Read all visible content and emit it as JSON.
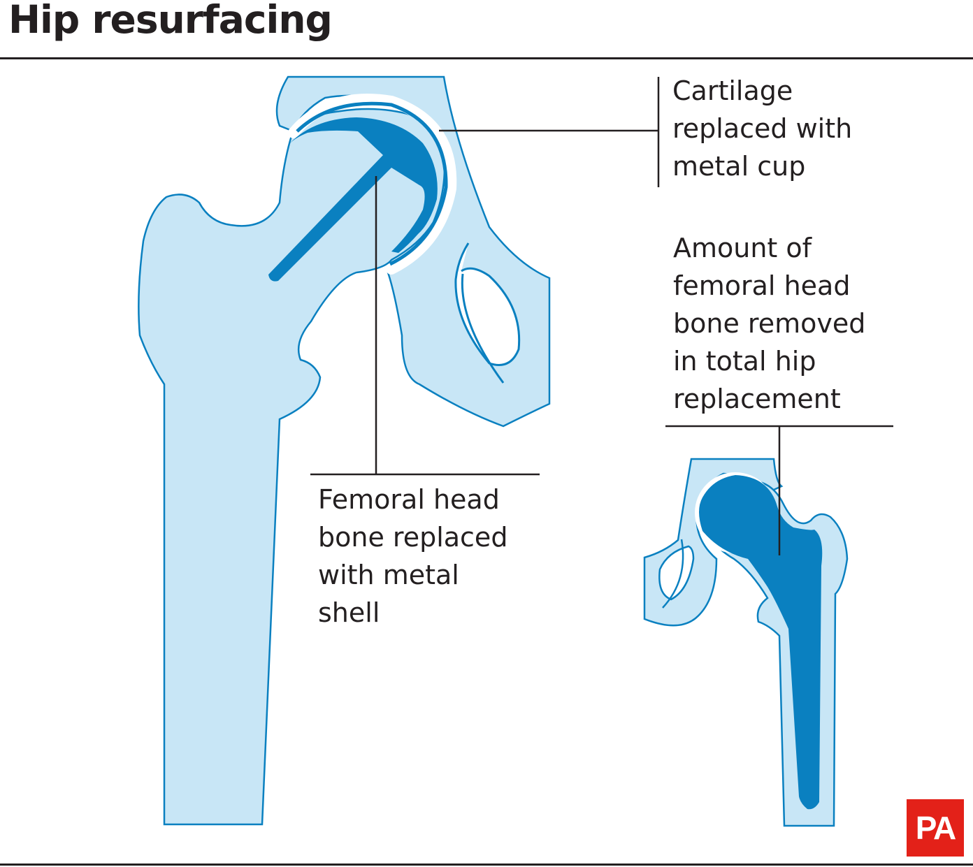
{
  "title": "Hip resurfacing",
  "labels": {
    "cartilage": [
      "Cartilage",
      "replaced with",
      "metal cup"
    ],
    "femoral_head": [
      "Femoral head",
      "bone replaced",
      "with metal",
      "shell"
    ],
    "amount_removed": [
      "Amount of",
      "femoral head",
      "bone removed",
      "in total hip",
      "replacement"
    ]
  },
  "logo": "PA",
  "colors": {
    "bone": "#c8e6f6",
    "outline": "#0a80c0",
    "metal": "#0a80c0",
    "ink": "#231f20",
    "logo_red": "#e32119"
  }
}
